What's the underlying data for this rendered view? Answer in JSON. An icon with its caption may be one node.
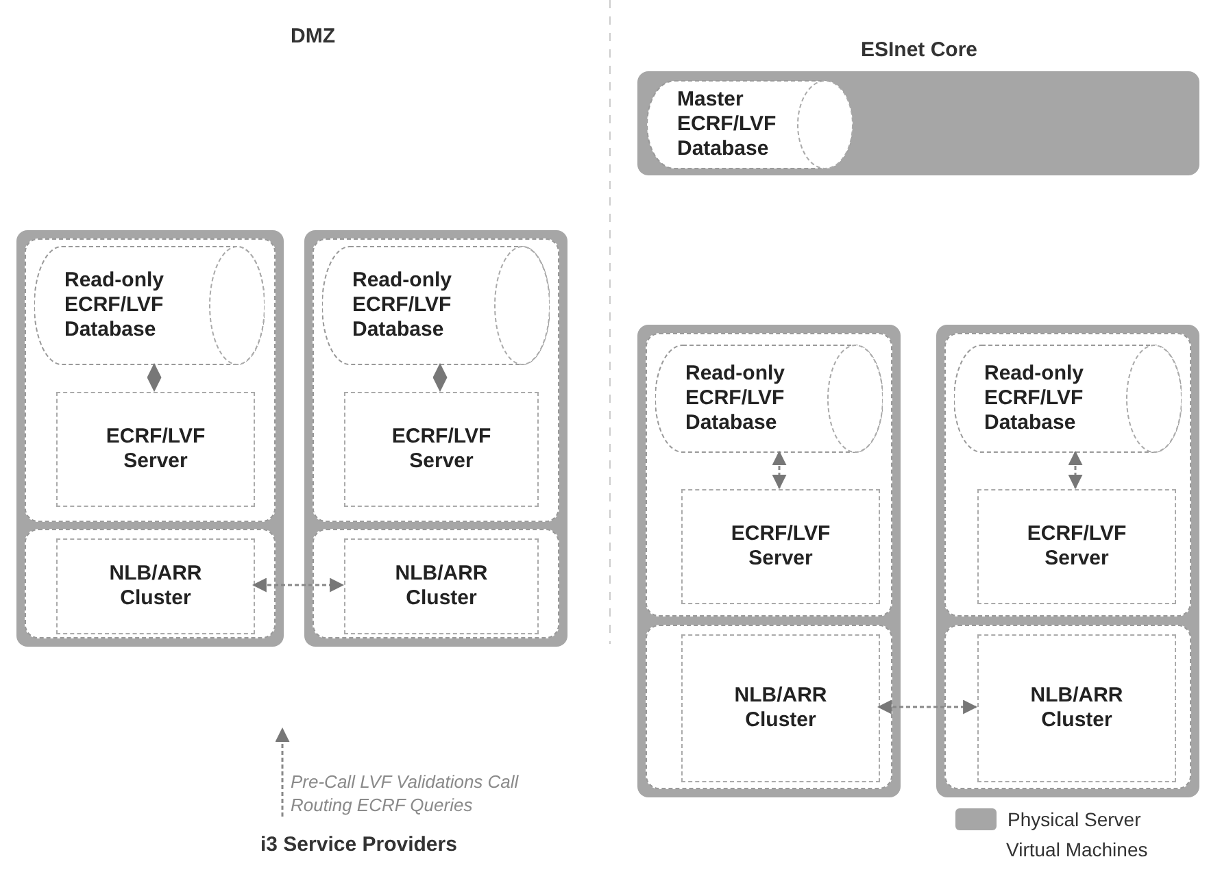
{
  "diagram": {
    "nodes": [
      {
        "text": [],
        "shape": "box"
      },
      {
        "text": [
          "Master ECRF/LVF Database"
        ],
        "in": 0
      },
      {
        "text": [],
        "shape": "box"
      },
      {
        "text": [],
        "shape": "box",
        "in": 2
      },
      {
        "text": [
          "Read-only ECRF/LVF Database"
        ],
        "in": 3
      },
      {
        "text": [
          "ECRF/LVF Server"
        ],
        "in": 3
      },
      {
        "text": [],
        "shape": "box",
        "in": 2
      },
      {
        "text": [
          "NLB/ARR Cluster"
        ],
        "in": 6
      },
      {
        "text": [],
        "shape": "box"
      },
      {
        "text": [],
        "shape": "box",
        "in": 8
      },
      {
        "text": [
          "Read-only ECRF/LVF Database"
        ],
        "in": 9
      },
      {
        "text": [
          "ECRF/LVF Server"
        ],
        "in": 9
      },
      {
        "text": [],
        "shape": "box",
        "in": 8
      },
      {
        "text": [
          "NLB/ARR Cluster"
        ],
        "in": 12
      },
      {
        "text": [],
        "shape": "box"
      },
      {
        "text": [],
        "shape": "box",
        "in": 14
      },
      {
        "text": [
          "Read-only ECRF/LVF Database"
        ],
        "in": 15
      },
      {
        "text": [
          "ECRF/LVF Server"
        ],
        "in": 15
      },
      {
        "text": [],
        "shape": "box",
        "in": 14
      },
      {
        "text": [
          "NLB/ARR Cluster"
        ],
        "in": 18
      },
      {
        "text": [],
        "shape": "box"
      },
      {
        "text": [],
        "shape": "box",
        "in": 20
      },
      {
        "text": [
          "Read-only ECRF/LVF Database"
        ],
        "in": 21
      },
      {
        "text": [
          "ECRF/LVF Server"
        ],
        "in": 21
      },
      {
        "text": [],
        "shape": "box",
        "in": 20
      },
      {
        "text": [
          "NLB/ARR Cluster"
        ],
        "in": 24
      },
      {
        "text": [
          "Pre-Call LVF Validations Call Routing ECRF Queries"
        ]
      }
    ],
    "edges": [
      {
        "from": 4,
        "to": 5,
        "arrow": "both"
      },
      {
        "from": 10,
        "to": 11,
        "arrow": "both"
      },
      {
        "from": 7,
        "to": 13,
        "arrow": "both"
      },
      {
        "from": 16,
        "to": 17,
        "arrow": "both"
      },
      {
        "from": 22,
        "to": 23,
        "arrow": "both"
      },
      {
        "from": 19,
        "to": 25,
        "arrow": "both"
      },
      {
        "from": 26,
        "to": null,
        "arrow": "to"
      }
    ],
    "labels": [
      "DMZ",
      "ESInet Core",
      "i3 Service Providers"
    ],
    "legend": [
      {
        "text": "Physical Server",
        "color": "#a6a6a6"
      },
      {
        "text": "Virtual Machines"
      }
    ]
  }
}
